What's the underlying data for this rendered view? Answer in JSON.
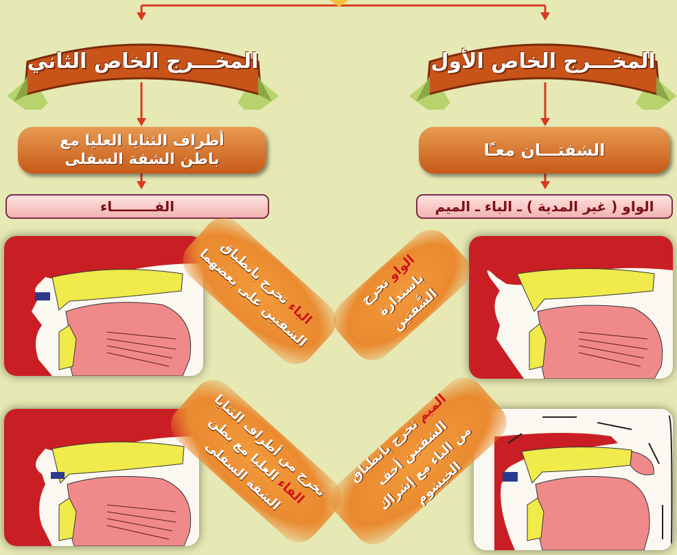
{
  "branches": [
    {
      "title": "المخـــرج الخاص الأول",
      "place": "الشفتـــان معـًا",
      "letters": "الواو ( غير المدية ) ـ الباء ـ الميم"
    },
    {
      "title": "المخـــرج الخاص الثاني",
      "place_line1": "أطراف الثنايا العليا مع",
      "place_line2": "باطن الشفة السفلى",
      "letters": "الفـــــــــاء"
    }
  ],
  "captions": {
    "waw": {
      "hl": "الواو",
      "rest": "تخرج باستدارة",
      "line2": "الشَّفتين"
    },
    "ba": {
      "line1": "تخرج بانطباق",
      "hl": "الباء",
      "line2": "الشفتين على بعضهما"
    },
    "mim": {
      "hl": "الميم",
      "rest": "تخرج بانطباق الشفتين أخف",
      "line2": "من الباء مع إشراك الخيشوم"
    },
    "fa": {
      "line1": "تخرج من أطراف الثنايا",
      "hl": "الفاء",
      "rest": "العليا مع بطن الشفة السفلى"
    }
  },
  "colors": {
    "connector": "#d9391f",
    "banner": "#c9541a",
    "ribbon": "#b7d36e",
    "palate": "#d0282b",
    "tooth": "#f0ea4a",
    "tongue": "#f08a8a",
    "lips_closed": "#2b3a8f"
  }
}
